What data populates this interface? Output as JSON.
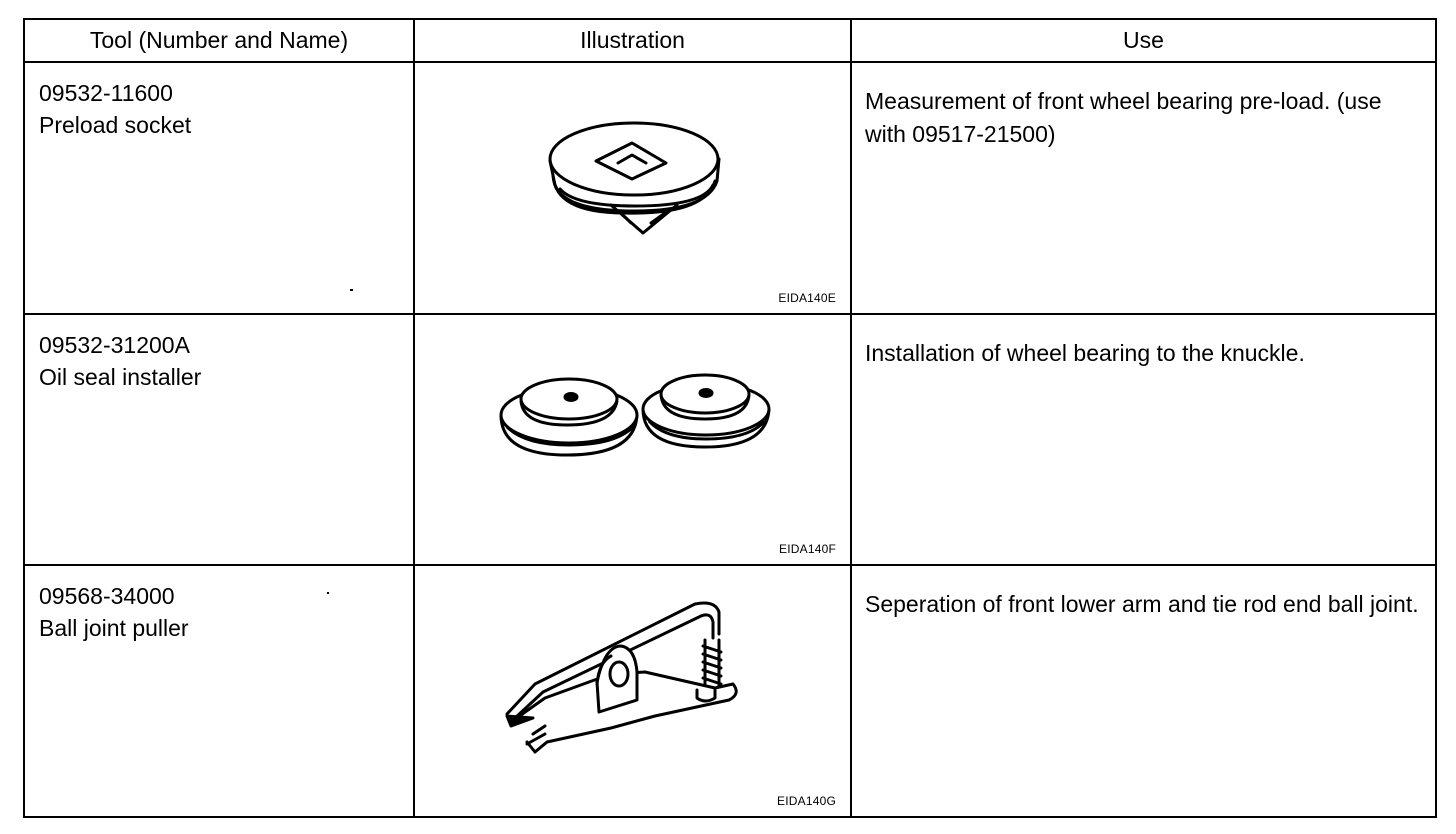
{
  "table": {
    "headers": {
      "tool": "Tool (Number and Name)",
      "illustration": "Illustration",
      "use": "Use"
    },
    "rows": [
      {
        "number": "09532-11600",
        "name": "Preload socket",
        "illustration_code": "EIDA140E",
        "illustration_icon": "preload-socket-drawing",
        "use": "Measurement of front wheel bearing pre-load. (use with 09517-21500)"
      },
      {
        "number": "09532-31200A",
        "name": "Oil seal installer",
        "illustration_code": "EIDA140F",
        "illustration_icon": "oil-seal-installer-drawing",
        "use": "Installation of wheel bearing to the knuckle."
      },
      {
        "number": "09568-34000",
        "name": "Ball joint puller",
        "illustration_code": "EIDA140G",
        "illustration_icon": "ball-joint-puller-drawing",
        "use": "Seperation of front lower arm and tie rod end ball joint."
      }
    ]
  }
}
